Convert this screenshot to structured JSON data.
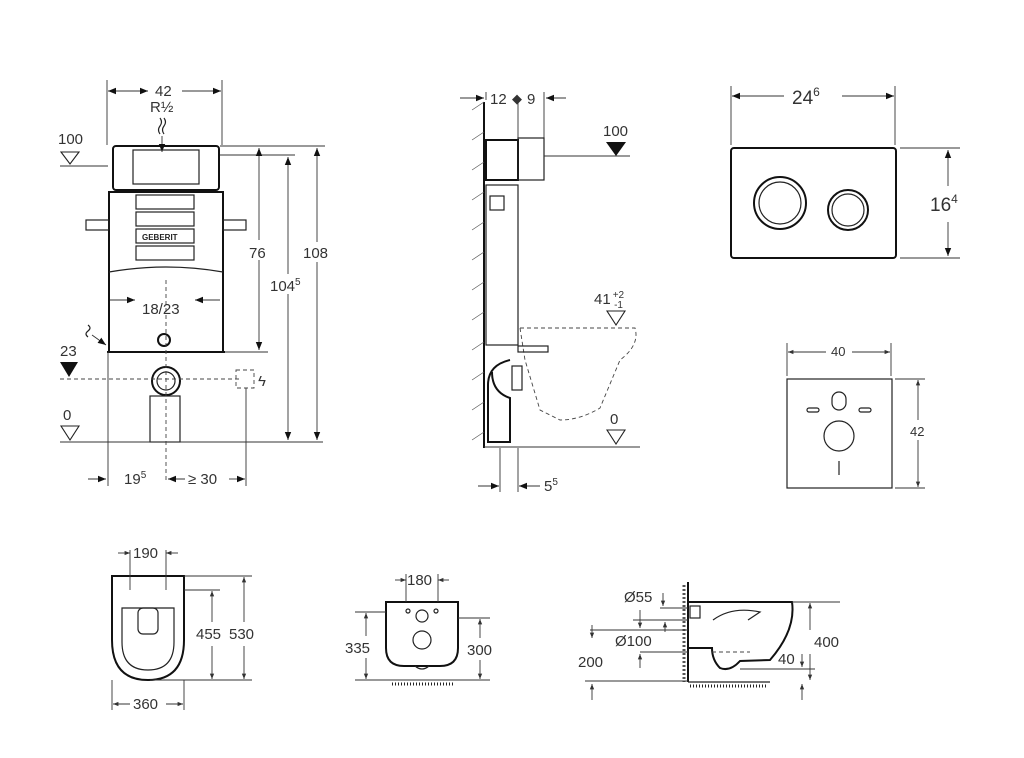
{
  "front_view": {
    "width": "42",
    "connection": "R½",
    "level_top": "100",
    "height_76": "76",
    "height_104": "104",
    "height_104_sup": "5",
    "height_108": "108",
    "spacing": "18/23",
    "level_23": "23",
    "level_0": "0",
    "offset": "19",
    "offset_sup": "5",
    "min_distance": "≥ 30",
    "brand": "GEBERIT"
  },
  "side_view": {
    "depth_a": "12",
    "depth_b": "9",
    "level_top": "100",
    "seat_height": "41",
    "tolerance_plus": "+2",
    "tolerance_minus": "-1",
    "level_0": "0",
    "bottom_offset": "5",
    "bottom_offset_sup": "5"
  },
  "flush_plate": {
    "width": "24",
    "width_sup": "6",
    "height": "16",
    "height_sup": "4"
  },
  "mounting_plate": {
    "width": "40",
    "height": "42"
  },
  "bowl_top": {
    "inner_width": "190",
    "inner_length": "455",
    "length": "530",
    "width": "360"
  },
  "bowl_back": {
    "hole_spacing": "180",
    "height_outer": "335",
    "height_inner": "300"
  },
  "bowl_side": {
    "inlet_diameter": "Ø55",
    "outlet_diameter": "Ø100",
    "outlet_height": "200",
    "bowl_height": "400",
    "water_depth": "40"
  }
}
